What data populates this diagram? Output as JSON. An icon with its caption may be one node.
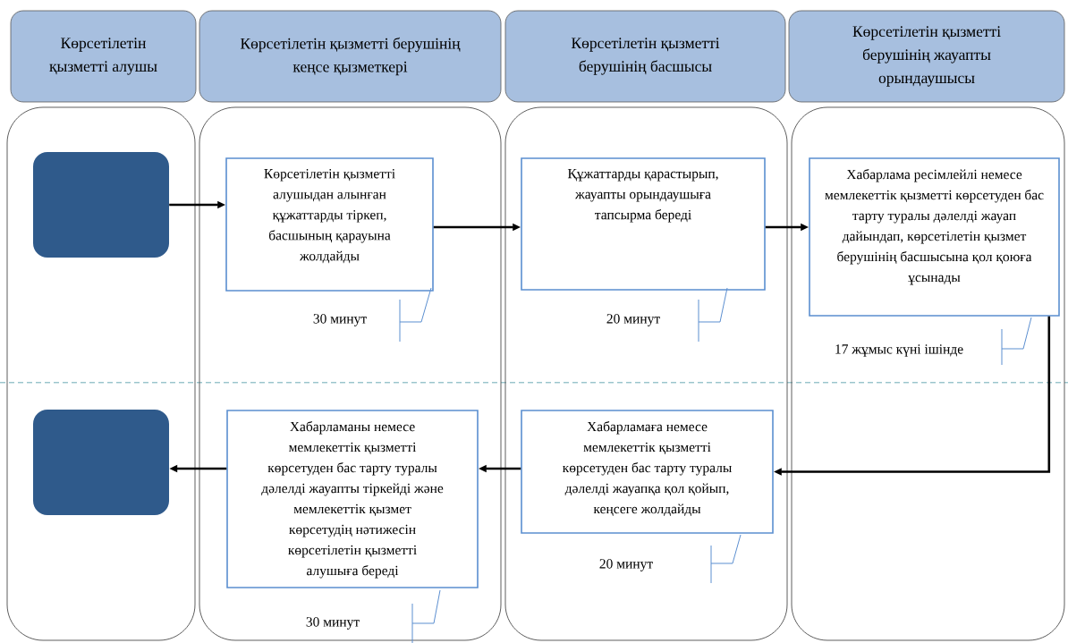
{
  "diagram": {
    "nodes": [
      {
        "text": [
          "Көрсетілетін қызметті алушы"
        ]
      },
      {
        "text": [
          "Көрсетілетін қызметті берушінің кеңсе қызметкері"
        ]
      },
      {
        "text": [
          "Көрсетілетін қызметті берушінің басшысы"
        ]
      },
      {
        "text": [
          "Көрсетілетін қызметті берушінің жауапты орындаушысы"
        ]
      },
      {
        "text": [],
        "shape": "box"
      },
      {
        "text": [],
        "shape": "box"
      },
      {
        "text": [],
        "shape": "box"
      },
      {
        "text": [],
        "shape": "box"
      },
      {
        "text": [],
        "shape": "box",
        "in": 4
      },
      {
        "text": [
          "Көрсетілетін қызметті алушыдан алынған құжаттарды тіркеп, басшының қарауына жолдайды"
        ],
        "in": 5,
        "beside": [
          "30 минут"
        ]
      },
      {
        "text": [
          "Құжаттарды қарастырып, жауапты орындаушыға тапсырма береді"
        ],
        "in": 6,
        "beside": [
          "20 минут"
        ]
      },
      {
        "text": [
          "Хабарлама ресімлейлі немесе мемлекеттік қызметті көрсетуден бас тарту туралы дәлелді жауап дайындап, көрсетілетін қызмет берушінің басшысына қол қоюға ұсынады"
        ],
        "in": 7,
        "beside": [
          "17 жұмыс күні ішінде"
        ]
      },
      {
        "text": [],
        "shape": "box",
        "in": 4
      },
      {
        "text": [
          "Хабарламаны немесе мемлекеттік қызметті көрсетуден бас тарту туралы дәлелді жауапты тіркейді және мемлекеттік қызмет көрсетудің нәтижесін көрсетілетін қызметті алушыға береді"
        ],
        "in": 5,
        "beside": [
          "30 минут"
        ]
      },
      {
        "text": [
          "Хабарламаға немесе мемлекеттік қызметті көрсетуден бас тарту туралы дәлелді жауапқа қол қойып, кеңсеге жолдайды"
        ],
        "in": 6,
        "beside": [
          "20 минут"
        ]
      }
    ],
    "edges": [
      {
        "from": 8,
        "to": 9,
        "arrow": "to"
      },
      {
        "from": 9,
        "to": 10,
        "arrow": "to"
      },
      {
        "from": 10,
        "to": 11,
        "arrow": "to"
      },
      {
        "from": 11,
        "to": 14,
        "arrow": "to"
      },
      {
        "from": 14,
        "to": 13,
        "arrow": "to"
      },
      {
        "from": 13,
        "to": 12,
        "arrow": "to"
      }
    ]
  }
}
